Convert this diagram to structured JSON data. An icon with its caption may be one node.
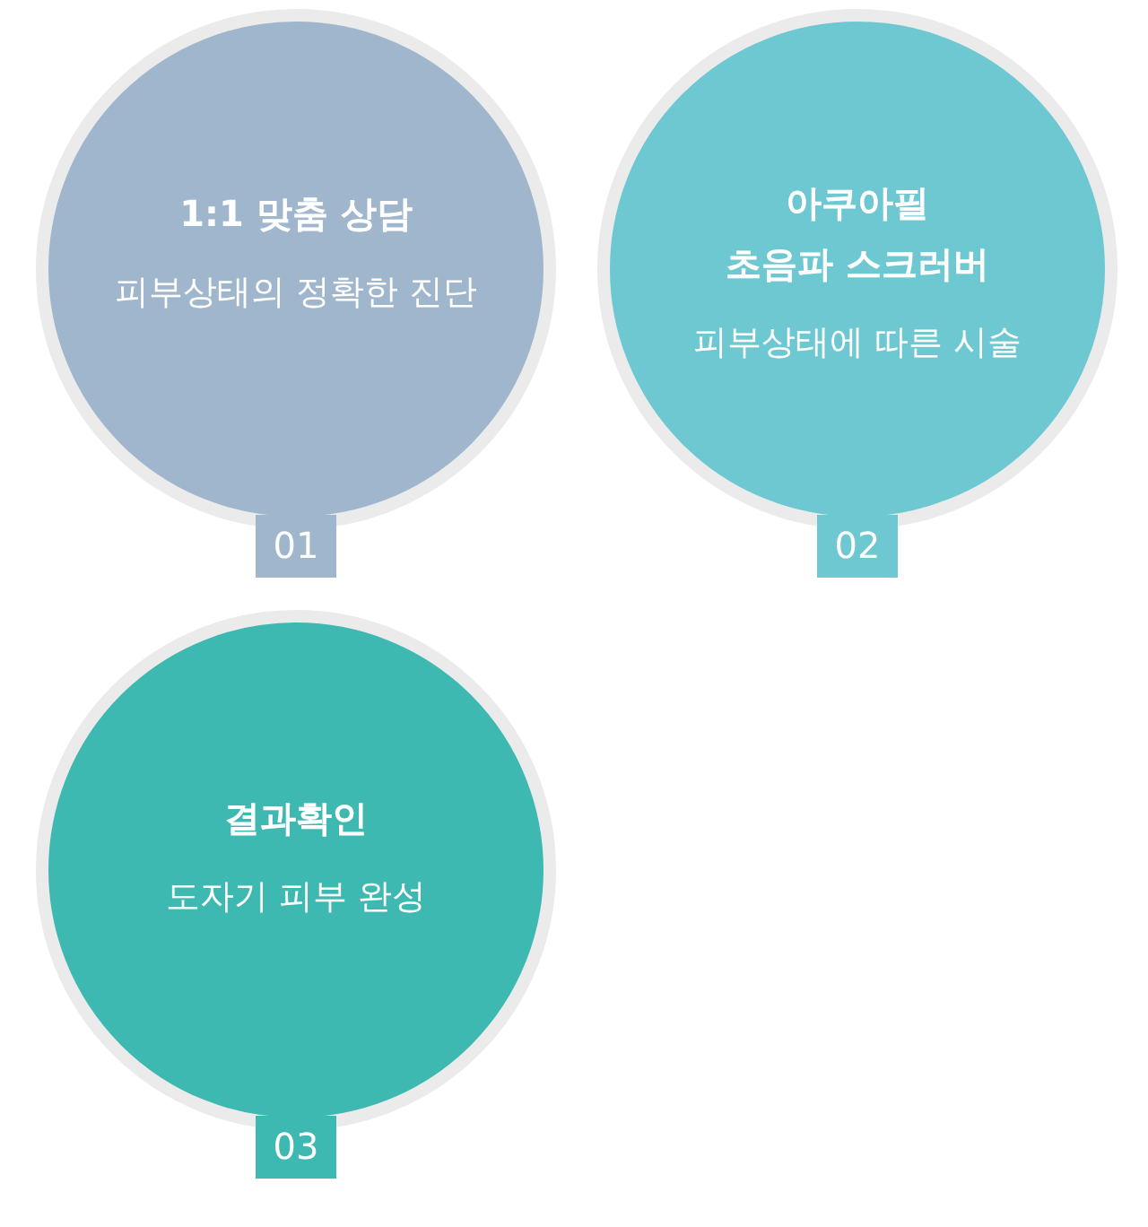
{
  "diagram": {
    "nodes": [
      {
        "text": [
          "1:1 맞춤 상담",
          "피부상태의 정확한 진단"
        ],
        "beside": [
          "01"
        ]
      },
      {
        "text": [
          "아쿠아필 초음파 스크러버",
          "피부상태에 따른 시술"
        ],
        "beside": [
          "02"
        ]
      },
      {
        "text": [
          "결과확인",
          "도자기 피부 완성"
        ],
        "beside": [
          "03"
        ]
      }
    ]
  }
}
